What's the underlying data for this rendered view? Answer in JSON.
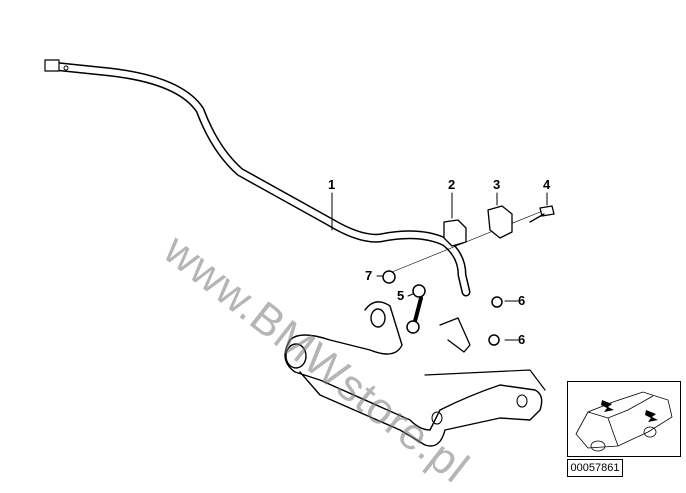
{
  "callouts": [
    "1",
    "2",
    "3",
    "4",
    "7",
    "5",
    "6",
    "6"
  ],
  "watermark": "www.BMWstore.pl",
  "diagram_id": "00057861"
}
